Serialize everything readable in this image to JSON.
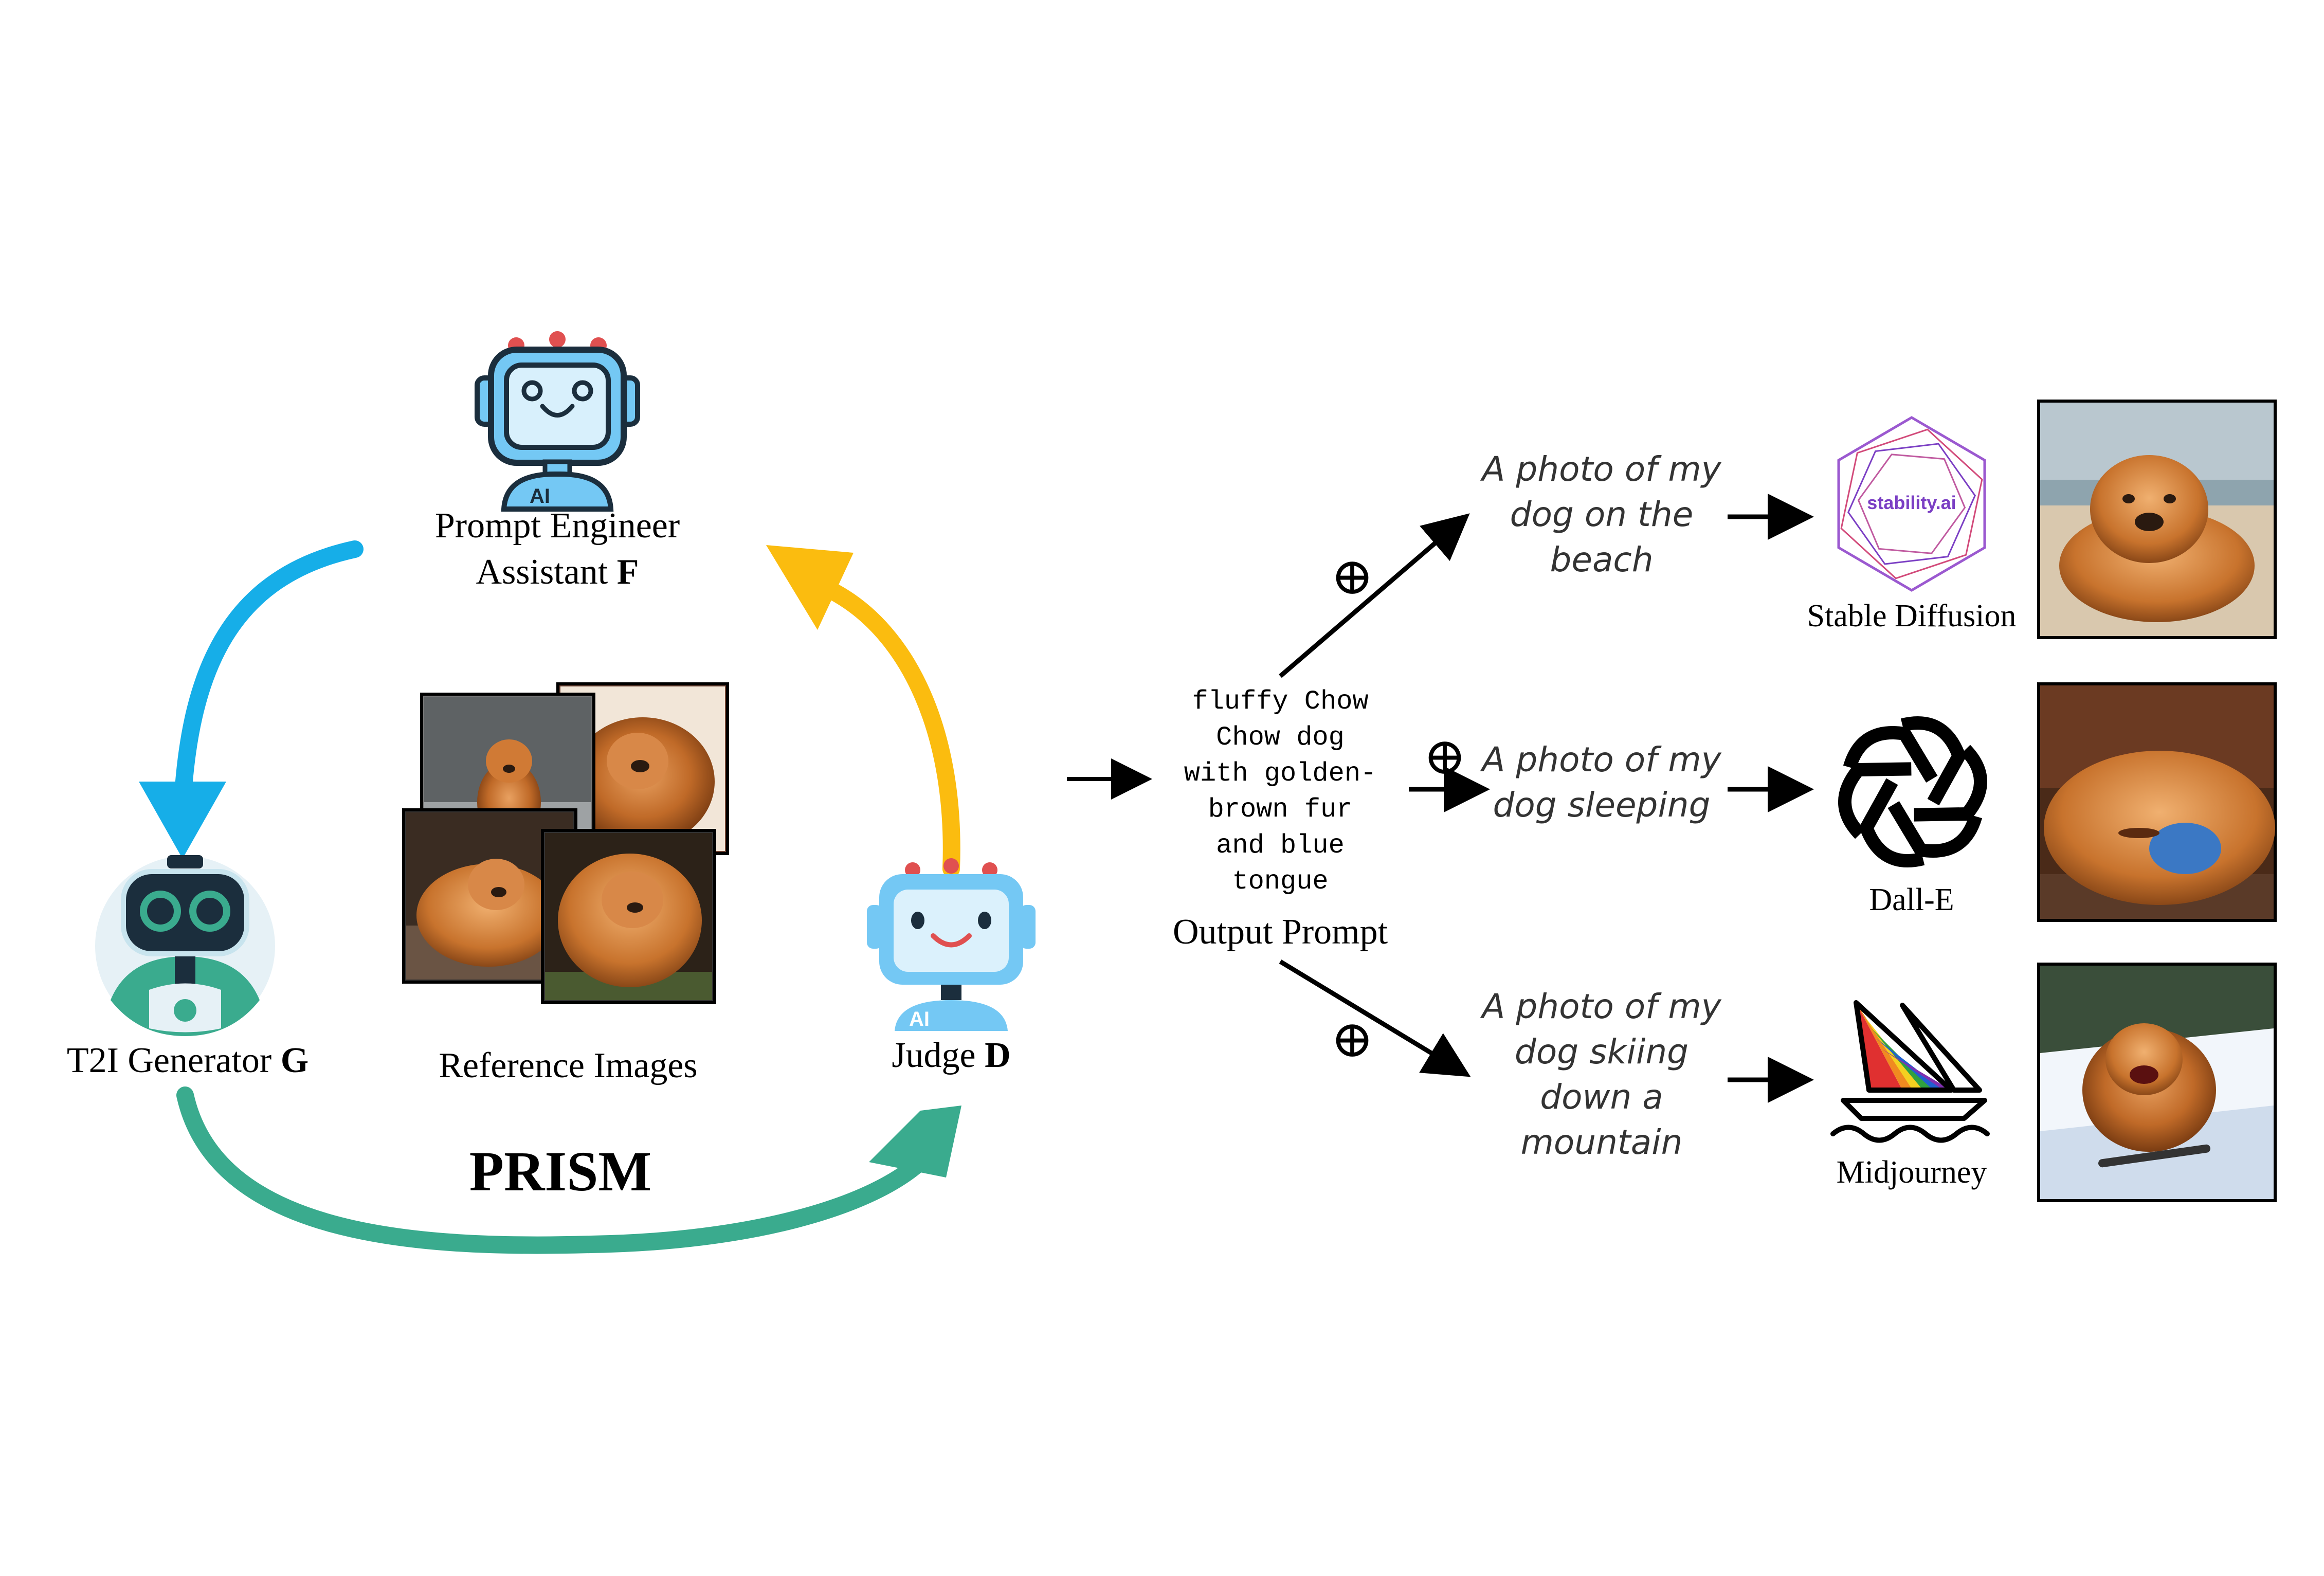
{
  "left_cycle": {
    "prompt_engineer_line1": "Prompt Engineer",
    "prompt_engineer_line2": "Assistant ",
    "prompt_engineer_letter": "F",
    "t2i_label": "T2I Generator ",
    "t2i_letter": "G",
    "reference_label": "Reference Images",
    "judge_label": "Judge ",
    "judge_letter": "D",
    "prism_title": "PRISM",
    "robot_badge": "AI"
  },
  "output_prompt": {
    "lines": [
      "fluffy Chow",
      "Chow dog",
      "with golden-",
      "brown fur",
      "and blue",
      "tongue"
    ],
    "caption": "Output Prompt"
  },
  "branches": [
    {
      "plus": "⊕",
      "prompt_lines": [
        "A photo of my",
        "dog on the",
        "beach"
      ],
      "model_name": "Stable Diffusion",
      "logo_text": "stability.ai",
      "logo_color": "#7b3fc4"
    },
    {
      "plus": "⊕",
      "prompt_lines": [
        "A photo of my",
        "dog sleeping"
      ],
      "model_name": "Dall-E"
    },
    {
      "plus": "⊕",
      "prompt_lines": [
        "A photo of my",
        "dog skiing",
        "down a",
        "mountain"
      ],
      "model_name": "Midjourney"
    }
  ],
  "colors": {
    "blue_arrow": "#16aee8",
    "yellow_arrow": "#fbbc0f",
    "green_arrow": "#3aab8e",
    "robot_blue": "#74c8f4",
    "robot_dark": "#1b2e3d",
    "fur": "#c8732d"
  }
}
